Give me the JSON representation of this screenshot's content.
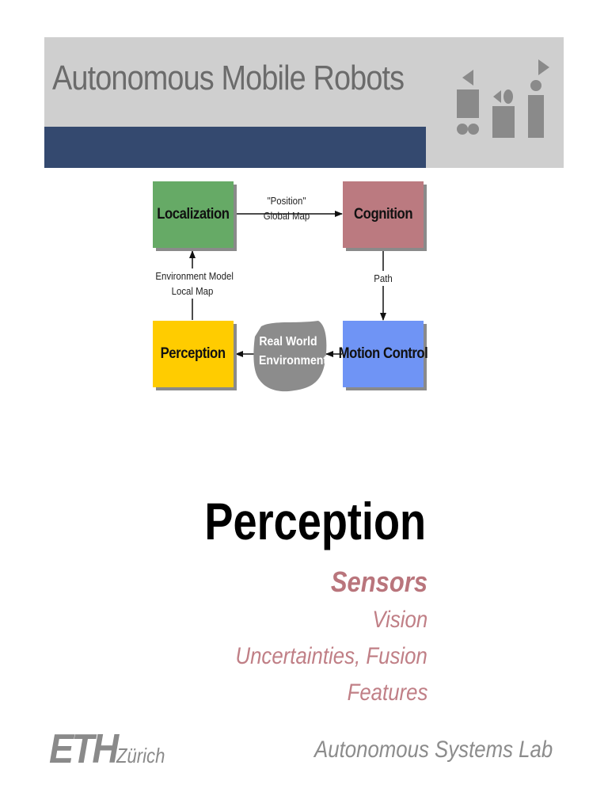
{
  "header": {
    "title": "Autonomous Mobile Robots",
    "band_color": "#cfcfcf",
    "bar_color": "#34496f",
    "logo_icon": "robot-shapes-icon"
  },
  "diagram": {
    "nodes": {
      "localization": "Localization",
      "cognition": "Cognition",
      "perception": "Perception",
      "motion_control": "Motion Control",
      "environment_line1": "Real World",
      "environment_line2": "Environment"
    },
    "edges": {
      "loc_to_cog_line1": "\"Position\"",
      "loc_to_cog_line2": "Global Map",
      "cog_to_motion": "Path",
      "perc_to_loc_line1": "Environment Model",
      "perc_to_loc_line2": "Local Map"
    },
    "colors": {
      "localization": "#66aa66",
      "cognition": "#bb7a80",
      "perception": "#ffcc00",
      "motion_control": "#6f94f5",
      "environment": "#8c8c8c"
    }
  },
  "slide": {
    "title": "Perception",
    "topics": [
      "Sensors",
      "Vision",
      "Uncertainties, Fusion",
      "Features"
    ]
  },
  "footer": {
    "logo_eth": "ETH",
    "logo_zurich": "Zürich",
    "lab": "Autonomous Systems Lab"
  }
}
